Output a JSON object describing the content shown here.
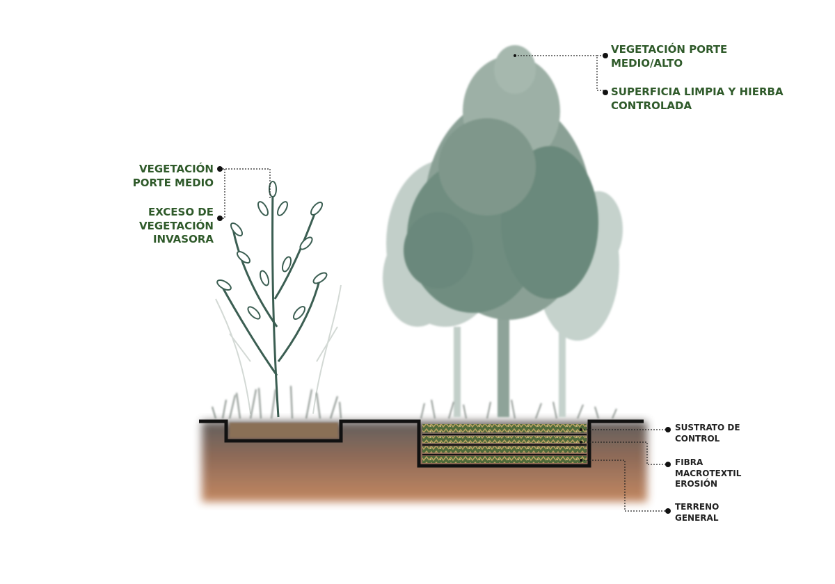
{
  "colors": {
    "label_green": "#2f5a2a",
    "label_dark": "#222222",
    "soil": "#b87a52",
    "tree_dark": "#6b8a7c",
    "tree_light": "#b9c8c1",
    "outline": "#111111"
  },
  "labels": {
    "tree_top": {
      "line1": "VEGETACIÓN PORTE",
      "line2": "MEDIO/ALTO"
    },
    "tree_surface": {
      "line1": "SUPERFICIA LIMPIA Y HIERBA",
      "line2": "CONTROLADA"
    },
    "shrub_top": {
      "line1": "VEGETACIÓN",
      "line2": "PORTE MEDIO"
    },
    "shrub_invasive": {
      "line1": "EXCESO DE",
      "line2": "VEGETACIÓN",
      "line3": "INVASORA"
    },
    "layer_substrate": {
      "line1": "SUSTRATO DE",
      "line2": "CONTROL"
    },
    "layer_fiber": {
      "line1": "FIBRA",
      "line2": "MACROTEXTIL",
      "line3": "EROSIÓN"
    },
    "layer_ground": {
      "line1": "TERRENO",
      "line2": "GENERAL"
    }
  }
}
